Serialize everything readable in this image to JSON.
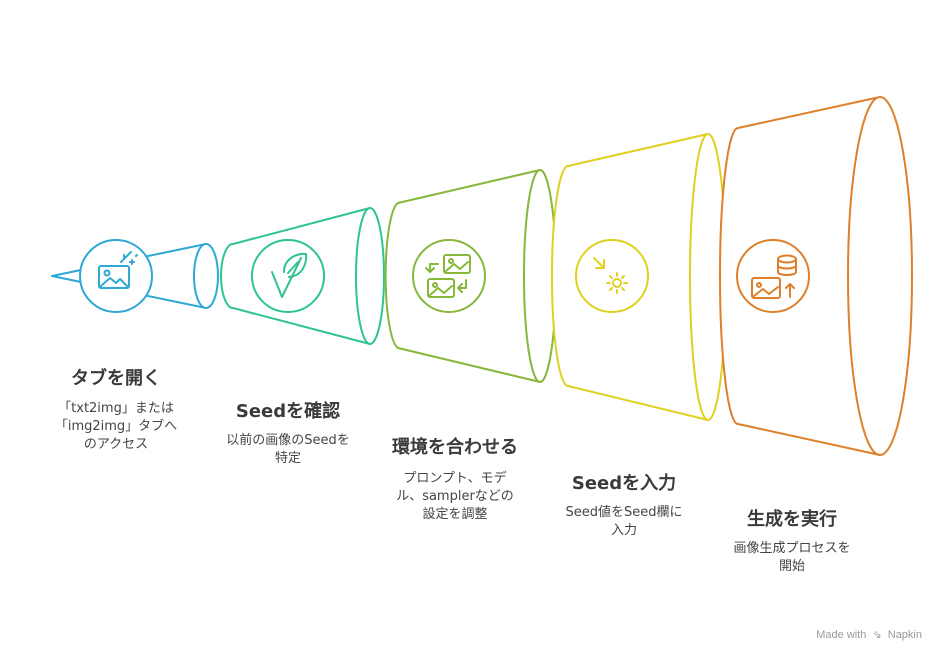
{
  "steps": [
    {
      "title": "タブを開く",
      "desc": "「txt2img」または\n「img2img」タブへ\nのアクセス",
      "color": "#2ea8d6",
      "icon": "image-magic-icon"
    },
    {
      "title": "Seedを確認",
      "desc": "以前の画像のSeedを\n特定",
      "color": "#2fc38f",
      "icon": "leaf-check-icon"
    },
    {
      "title": "環境を合わせる",
      "desc": "プロンプト、モデ\nル、samplerなどの\n設定を調整",
      "color": "#86b83a",
      "icon": "images-sync-icon"
    },
    {
      "title": "Seedを入力",
      "desc": "Seed値をSeed欄に\n入力",
      "color": "#e0d020",
      "icon": "seed-input-icon"
    },
    {
      "title": "生成を実行",
      "desc": "画像生成プロセスを\n開始",
      "color": "#e07f2a",
      "icon": "image-database-icon"
    }
  ],
  "credit": {
    "label": "Made with",
    "brand": "Napkin"
  }
}
